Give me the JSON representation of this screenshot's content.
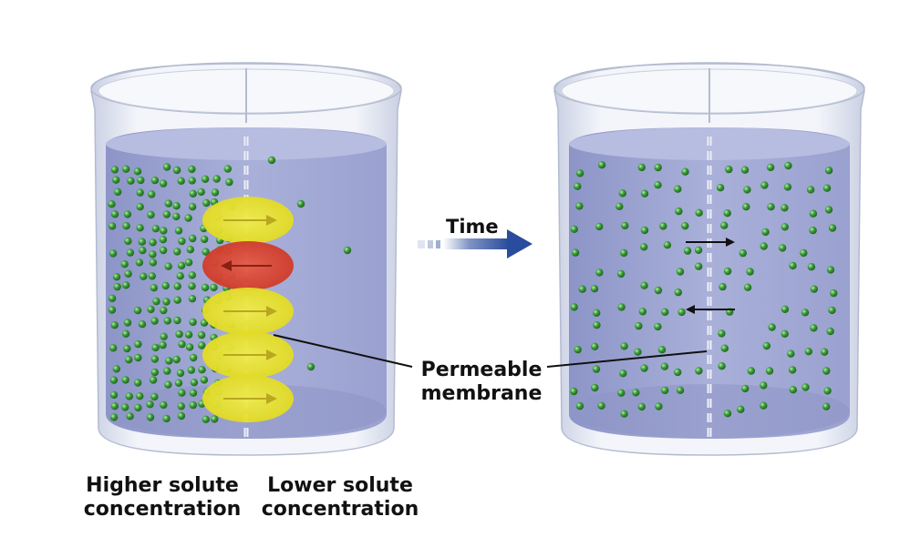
{
  "labels": {
    "time": "Time",
    "membrane_line1": "Permeable",
    "membrane_line2": "membrane",
    "higher_line1": "Higher solute",
    "higher_line2": "concentration",
    "lower_line1": "Lower solute",
    "lower_line2": "concentration"
  },
  "colors": {
    "water": "#9ea6d2",
    "glass": "#dfe4f0",
    "solute": "#2e8b2e",
    "yellow_arrow_disc": "#e6e22a",
    "red_arrow_disc": "#d8402e",
    "time_arrow": "#2a4c9c"
  }
}
